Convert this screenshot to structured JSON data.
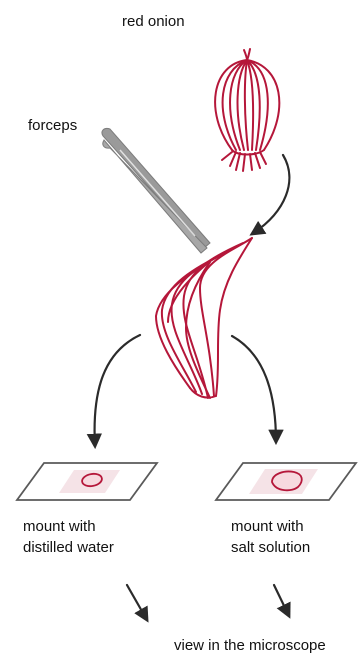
{
  "labels": {
    "red_onion": "red onion",
    "forceps": "forceps",
    "mount_water_line1": "mount with",
    "mount_water_line2": "distilled water",
    "mount_salt_line1": "mount with",
    "mount_salt_line2": "salt solution",
    "view": "view in the microscope"
  },
  "colors": {
    "onion": "#b5173a",
    "sample_fill": "#f7d9df",
    "forceps": "#9a9a9a",
    "arrow": "#2b2b2b",
    "slide": "#5a5a5a",
    "text": "#111111"
  }
}
